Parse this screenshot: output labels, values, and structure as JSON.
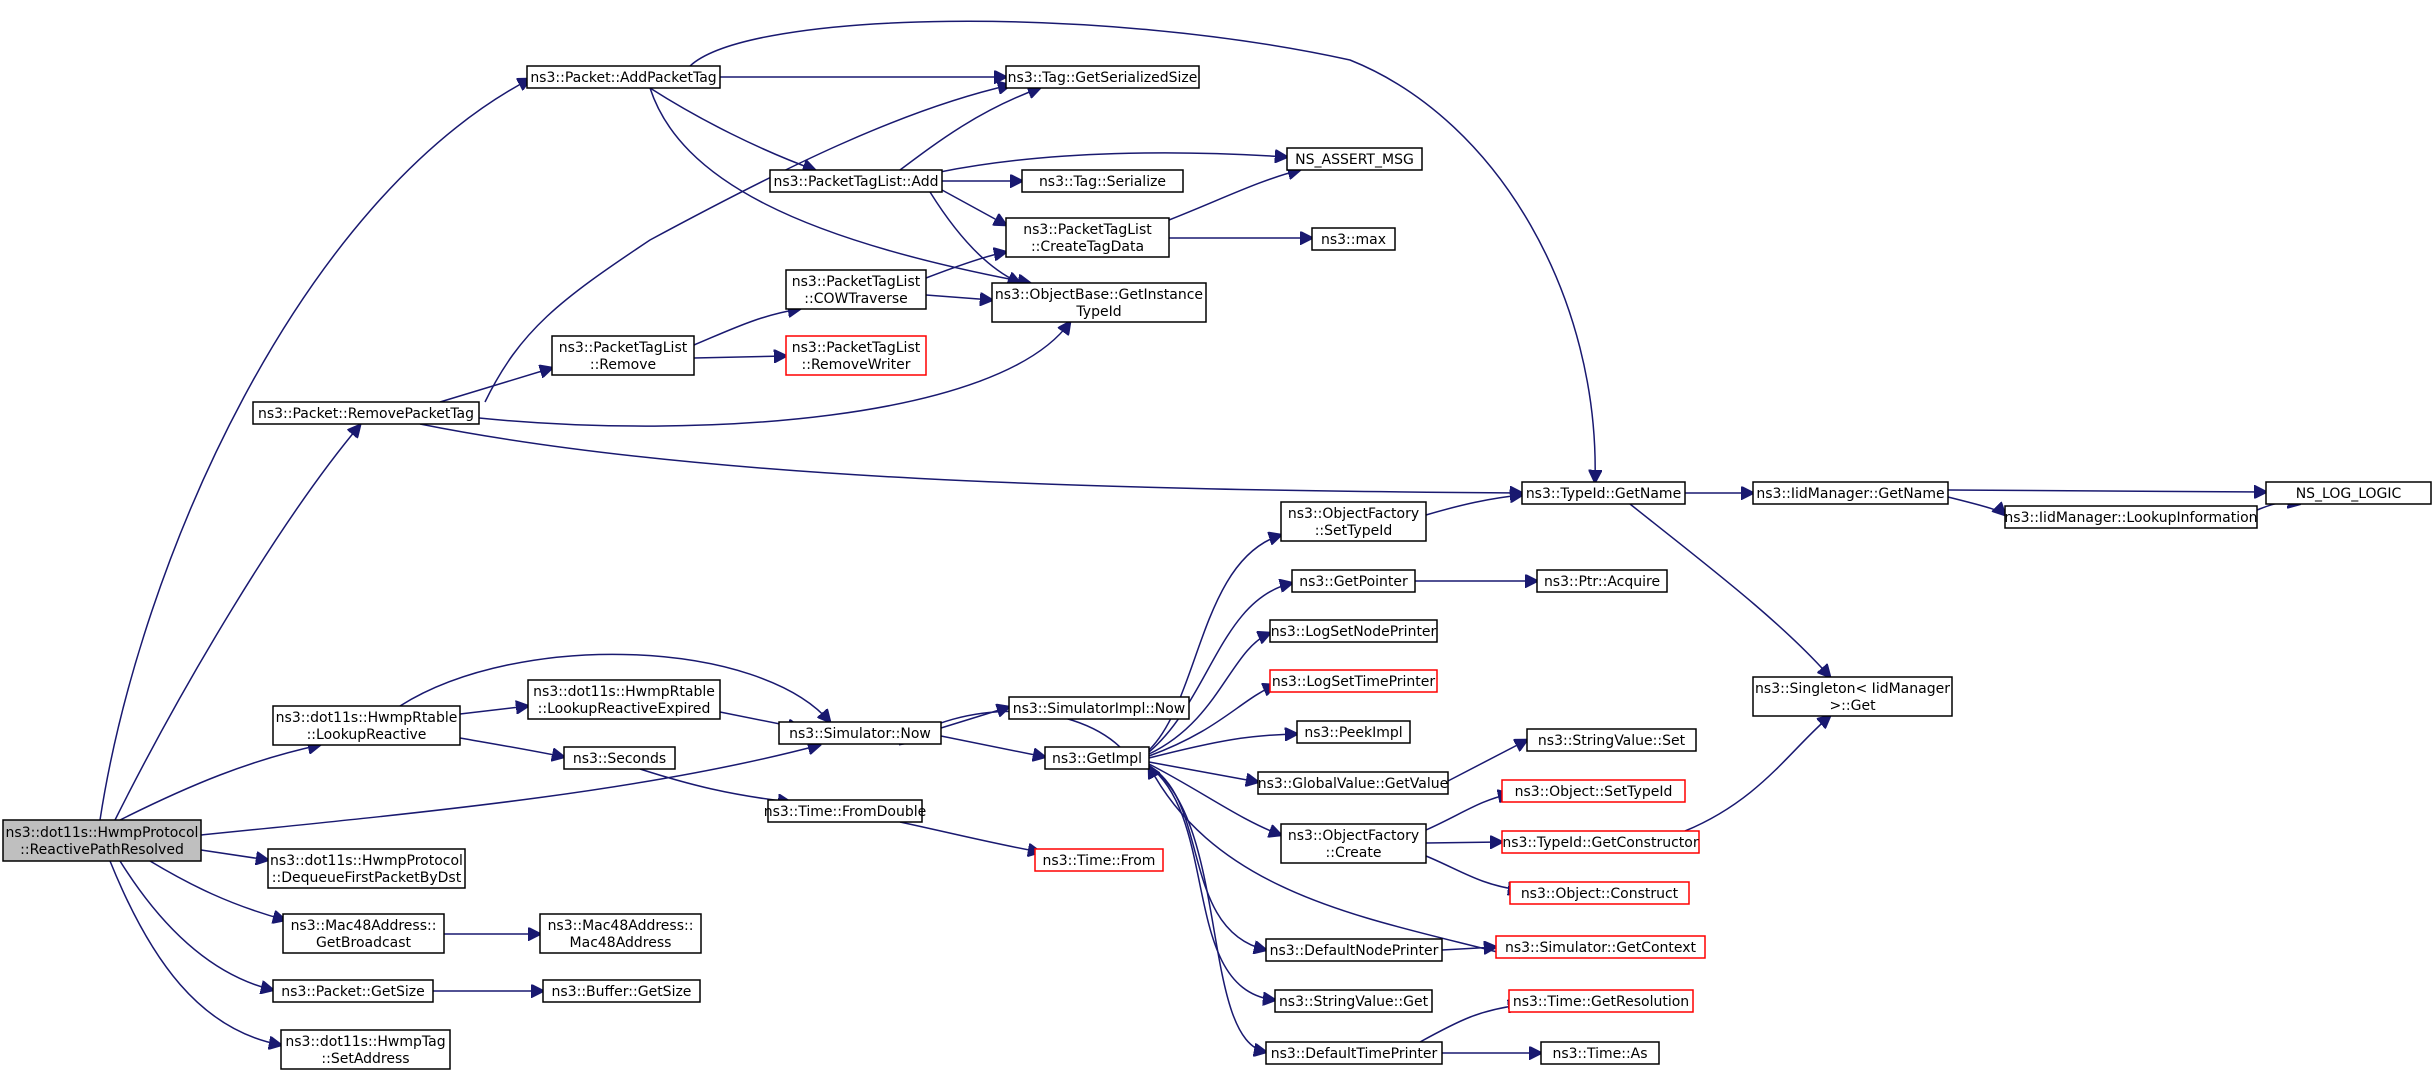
{
  "graph": {
    "colors": {
      "edge": "#191970",
      "node_border": "#000000",
      "truncated_node_border": "#ff0000",
      "root_fill": "#bfbfbf",
      "node_fill": "#ffffff"
    },
    "nodes": [
      {
        "id": "root",
        "lines": [
          "ns3::dot11s::HwmpProtocol",
          "::ReactivePathResolved"
        ],
        "style": "root"
      },
      {
        "id": "addtag",
        "lines": [
          "ns3::Packet::AddPacketTag"
        ]
      },
      {
        "id": "removetag",
        "lines": [
          "ns3::Packet::RemovePacketTag"
        ]
      },
      {
        "id": "lookupreactive",
        "lines": [
          "ns3::dot11s::HwmpRtable",
          "::LookupReactive"
        ]
      },
      {
        "id": "simnow",
        "lines": [
          "ns3::Simulator::Now"
        ]
      },
      {
        "id": "dequeue",
        "lines": [
          "ns3::dot11s::HwmpProtocol",
          "::DequeueFirstPacketByDst"
        ]
      },
      {
        "id": "getbroadcast",
        "lines": [
          "ns3::Mac48Address::",
          "GetBroadcast"
        ]
      },
      {
        "id": "getsize",
        "lines": [
          "ns3::Packet::GetSize"
        ]
      },
      {
        "id": "setaddress",
        "lines": [
          "ns3::dot11s::HwmpTag",
          "::SetAddress"
        ]
      },
      {
        "id": "tagser",
        "lines": [
          "ns3::Tag::GetSerializedSize"
        ]
      },
      {
        "id": "ptladd",
        "lines": [
          "ns3::PacketTagList::Add"
        ]
      },
      {
        "id": "objbase",
        "lines": [
          "ns3::ObjectBase::GetInstance",
          "TypeId"
        ]
      },
      {
        "id": "typename",
        "lines": [
          "ns3::TypeId::GetName"
        ]
      },
      {
        "id": "ptlremove",
        "lines": [
          "ns3::PacketTagList",
          "::Remove"
        ]
      },
      {
        "id": "lookupexpired",
        "lines": [
          "ns3::dot11s::HwmpRtable",
          "::LookupReactiveExpired"
        ]
      },
      {
        "id": "seconds",
        "lines": [
          "ns3::Seconds"
        ]
      },
      {
        "id": "simimplnow",
        "lines": [
          "ns3::SimulatorImpl::Now"
        ]
      },
      {
        "id": "getimpl",
        "lines": [
          "ns3::GetImpl"
        ]
      },
      {
        "id": "macctor",
        "lines": [
          "ns3::Mac48Address::",
          "Mac48Address"
        ]
      },
      {
        "id": "bufsize",
        "lines": [
          "ns3::Buffer::GetSize"
        ]
      },
      {
        "id": "assert",
        "lines": [
          "NS_ASSERT_MSG"
        ]
      },
      {
        "id": "tagserialize",
        "lines": [
          "ns3::Tag::Serialize"
        ]
      },
      {
        "id": "createtagdata",
        "lines": [
          "ns3::PacketTagList",
          "::CreateTagData"
        ]
      },
      {
        "id": "cowtraverse",
        "lines": [
          "ns3::PacketTagList",
          "::COWTraverse"
        ]
      },
      {
        "id": "removewriter",
        "lines": [
          "ns3::PacketTagList",
          "::RemoveWriter"
        ],
        "style": "red"
      },
      {
        "id": "fromdouble",
        "lines": [
          "ns3::Time::FromDouble"
        ]
      },
      {
        "id": "timefrom",
        "lines": [
          "ns3::Time::From"
        ],
        "style": "red"
      },
      {
        "id": "max",
        "lines": [
          "ns3::max"
        ]
      },
      {
        "id": "ofsettype",
        "lines": [
          "ns3::ObjectFactory",
          "::SetTypeId"
        ]
      },
      {
        "id": "getpointer",
        "lines": [
          "ns3::GetPointer"
        ]
      },
      {
        "id": "logsetnode",
        "lines": [
          "ns3::LogSetNodePrinter"
        ]
      },
      {
        "id": "logsettime",
        "lines": [
          "ns3::LogSetTimePrinter"
        ],
        "style": "red"
      },
      {
        "id": "peekimpl",
        "lines": [
          "ns3::PeekImpl"
        ]
      },
      {
        "id": "gvgetvalue",
        "lines": [
          "ns3::GlobalValue::GetValue"
        ]
      },
      {
        "id": "ofcreate",
        "lines": [
          "ns3::ObjectFactory",
          "::Create"
        ]
      },
      {
        "id": "defnodeprinter",
        "lines": [
          "ns3::DefaultNodePrinter"
        ]
      },
      {
        "id": "svget",
        "lines": [
          "ns3::StringValue::Get"
        ]
      },
      {
        "id": "deftimeprinter",
        "lines": [
          "ns3::DefaultTimePrinter"
        ]
      },
      {
        "id": "iidgetname",
        "lines": [
          "ns3::IidManager::GetName"
        ]
      },
      {
        "id": "singleton",
        "lines": [
          "ns3::Singleton< IidManager",
          ">::Get"
        ]
      },
      {
        "id": "ptracquire",
        "lines": [
          "ns3::Ptr::Acquire"
        ]
      },
      {
        "id": "svset",
        "lines": [
          "ns3::StringValue::Set"
        ]
      },
      {
        "id": "objsettype",
        "lines": [
          "ns3::Object::SetTypeId"
        ],
        "style": "red"
      },
      {
        "id": "getctor",
        "lines": [
          "ns3::TypeId::GetConstructor"
        ],
        "style": "red"
      },
      {
        "id": "objconstruct",
        "lines": [
          "ns3::Object::Construct"
        ],
        "style": "red"
      },
      {
        "id": "simgetctx",
        "lines": [
          "ns3::Simulator::GetContext"
        ],
        "style": "red"
      },
      {
        "id": "getres",
        "lines": [
          "ns3::Time::GetResolution"
        ],
        "style": "red"
      },
      {
        "id": "timeas",
        "lines": [
          "ns3::Time::As"
        ]
      },
      {
        "id": "iidlookup",
        "lines": [
          "ns3::IidManager::LookupInformation"
        ]
      },
      {
        "id": "nslog",
        "lines": [
          "NS_LOG_LOGIC"
        ]
      }
    ],
    "edges": [
      [
        "root",
        "addtag"
      ],
      [
        "root",
        "removetag"
      ],
      [
        "root",
        "lookupreactive"
      ],
      [
        "root",
        "simnow"
      ],
      [
        "root",
        "dequeue"
      ],
      [
        "root",
        "getbroadcast"
      ],
      [
        "root",
        "getsize"
      ],
      [
        "root",
        "setaddress"
      ],
      [
        "addtag",
        "tagser"
      ],
      [
        "addtag",
        "ptladd"
      ],
      [
        "addtag",
        "objbase"
      ],
      [
        "addtag",
        "typename"
      ],
      [
        "removetag",
        "tagser"
      ],
      [
        "removetag",
        "ptlremove"
      ],
      [
        "removetag",
        "objbase"
      ],
      [
        "removetag",
        "typename"
      ],
      [
        "ptladd",
        "tagser"
      ],
      [
        "ptladd",
        "assert"
      ],
      [
        "ptladd",
        "tagserialize"
      ],
      [
        "ptladd",
        "createtagdata"
      ],
      [
        "ptladd",
        "objbase"
      ],
      [
        "createtagdata",
        "assert"
      ],
      [
        "createtagdata",
        "max"
      ],
      [
        "ptlremove",
        "cowtraverse"
      ],
      [
        "ptlremove",
        "removewriter"
      ],
      [
        "cowtraverse",
        "createtagdata"
      ],
      [
        "cowtraverse",
        "objbase"
      ],
      [
        "lookupreactive",
        "simnow"
      ],
      [
        "lookupreactive",
        "lookupexpired"
      ],
      [
        "lookupreactive",
        "seconds"
      ],
      [
        "lookupexpired",
        "simnow"
      ],
      [
        "seconds",
        "fromdouble"
      ],
      [
        "fromdouble",
        "timefrom"
      ],
      [
        "simnow",
        "simimplnow"
      ],
      [
        "simnow",
        "getimpl"
      ],
      [
        "getimpl",
        "ofsettype"
      ],
      [
        "getimpl",
        "getpointer"
      ],
      [
        "getimpl",
        "logsetnode"
      ],
      [
        "getimpl",
        "logsettime"
      ],
      [
        "getimpl",
        "peekimpl"
      ],
      [
        "getimpl",
        "gvgetvalue"
      ],
      [
        "getimpl",
        "ofcreate"
      ],
      [
        "getimpl",
        "defnodeprinter"
      ],
      [
        "getimpl",
        "svget"
      ],
      [
        "getimpl",
        "deftimeprinter"
      ],
      [
        "getimpl",
        "simnow"
      ],
      [
        "simgetctx",
        "getimpl"
      ],
      [
        "ofsettype",
        "typename"
      ],
      [
        "getpointer",
        "ptracquire"
      ],
      [
        "gvgetvalue",
        "svset"
      ],
      [
        "ofcreate",
        "objsettype"
      ],
      [
        "ofcreate",
        "getctor"
      ],
      [
        "ofcreate",
        "objconstruct"
      ],
      [
        "getctor",
        "singleton"
      ],
      [
        "defnodeprinter",
        "simgetctx"
      ],
      [
        "deftimeprinter",
        "getres"
      ],
      [
        "deftimeprinter",
        "timeas"
      ],
      [
        "typename",
        "iidgetname"
      ],
      [
        "typename",
        "singleton"
      ],
      [
        "iidgetname",
        "nslog"
      ],
      [
        "iidgetname",
        "iidlookup"
      ],
      [
        "iidlookup",
        "nslog"
      ],
      [
        "getbroadcast",
        "macctor"
      ],
      [
        "getsize",
        "bufsize"
      ]
    ]
  }
}
